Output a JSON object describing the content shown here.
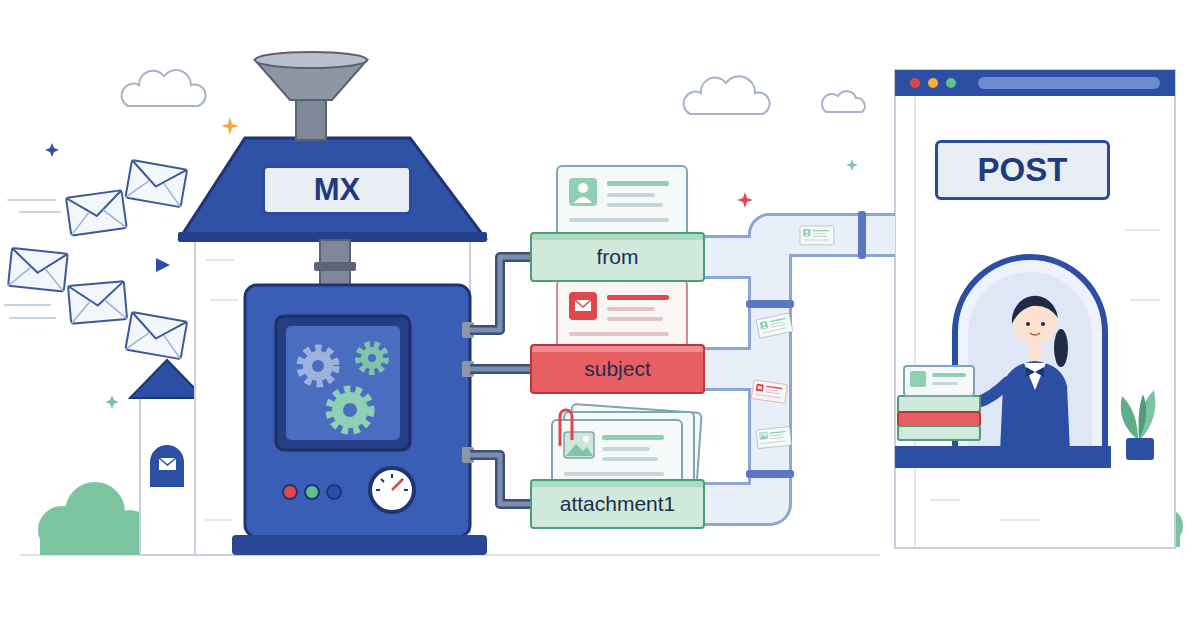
{
  "diagram": {
    "nodes": [
      {
        "text": [
          "MX"
        ]
      },
      {
        "text": [
          "from"
        ]
      },
      {
        "text": [
          "subject"
        ]
      },
      {
        "text": [
          "attachment1"
        ]
      },
      {
        "text": [
          "POST"
        ]
      }
    ],
    "edges": [
      {
        "from": 0,
        "to": 1,
        "arrow": "none"
      },
      {
        "from": 0,
        "to": 2,
        "arrow": "none"
      },
      {
        "from": 0,
        "to": 3,
        "arrow": "none"
      },
      {
        "from": 1,
        "to": 4,
        "arrow": "none"
      },
      {
        "from": 2,
        "to": 4,
        "arrow": "none"
      },
      {
        "from": 3,
        "to": 4,
        "arrow": "none"
      }
    ]
  }
}
